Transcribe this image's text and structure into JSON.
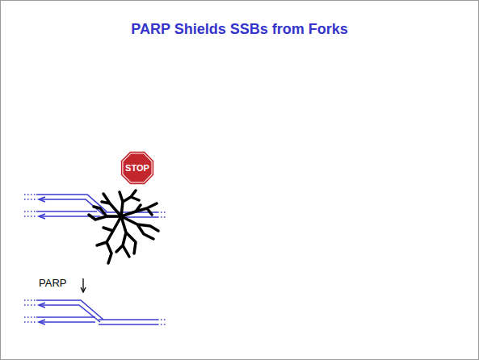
{
  "diagram": {
    "title": "PARP Shields SSBs from Forks",
    "nodes": [
      {
        "text": [
          "STOP"
        ]
      }
    ],
    "labels": [
      "PARP"
    ]
  }
}
